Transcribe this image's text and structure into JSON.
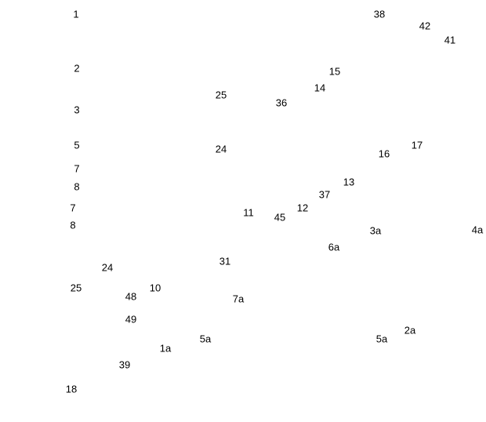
{
  "labels": [
    "1",
    "38",
    "42",
    "41",
    "2",
    "15",
    "14",
    "25",
    "36",
    "3",
    "5",
    "24",
    "17",
    "16",
    "7",
    "13",
    "8",
    "37",
    "7",
    "12",
    "11",
    "45",
    "8",
    "3a",
    "4a",
    "6a",
    "31",
    "24",
    "25",
    "10",
    "48",
    "7a",
    "49",
    "2a",
    "5a",
    "5a",
    "1a",
    "39",
    "18"
  ]
}
